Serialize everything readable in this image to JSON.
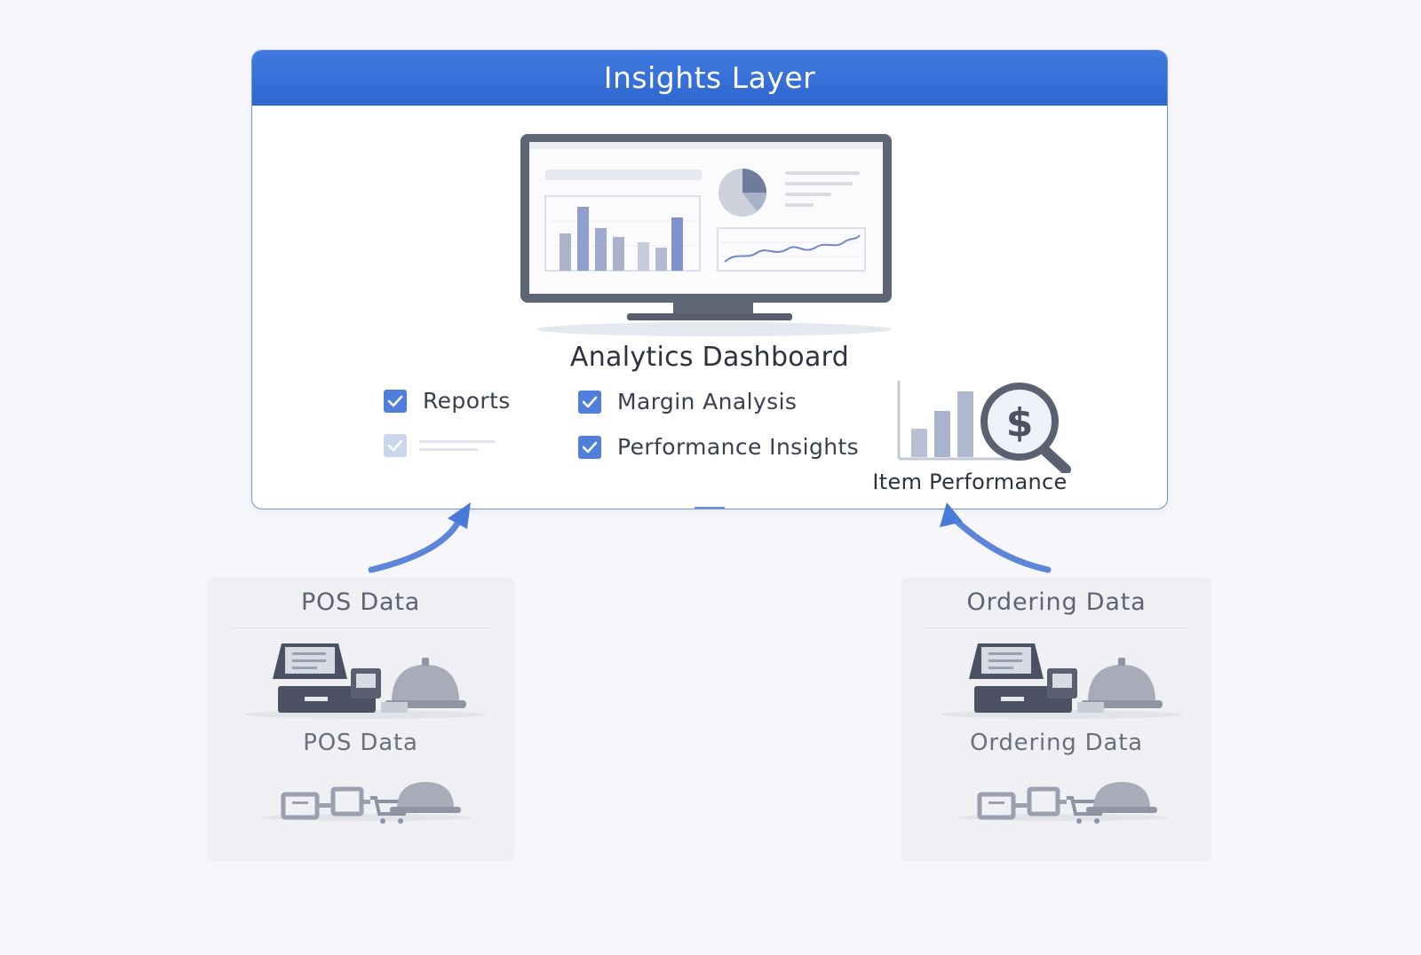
{
  "insights": {
    "title": "Insights Layer",
    "dashboard_title": "Analytics Dashboard",
    "checklist": [
      {
        "label": "Reports",
        "checked": true
      },
      {
        "label": "Margin Analysis",
        "checked": true
      },
      {
        "label": "",
        "checked": true,
        "faded": true
      },
      {
        "label": "Performance Insights",
        "checked": true
      }
    ],
    "item_performance_label": "Item Performance"
  },
  "sources": [
    {
      "title": "POS Data",
      "subtitle": "POS Data"
    },
    {
      "title": "Ordering Data",
      "subtitle": "Ordering Data"
    }
  ],
  "colors": {
    "header": "#3472dc",
    "accent": "#4a7ad8",
    "checkbox": "#4f7fdb",
    "source_bg": "#f0f0f4",
    "icon_gray": "#5f6478"
  },
  "icons": [
    "monitor-dashboard-icon",
    "checkbox-checked-icon",
    "bar-chart-magnifier-dollar-icon",
    "pos-terminal-icon",
    "data-flow-icon",
    "arrow-up-icon"
  ]
}
